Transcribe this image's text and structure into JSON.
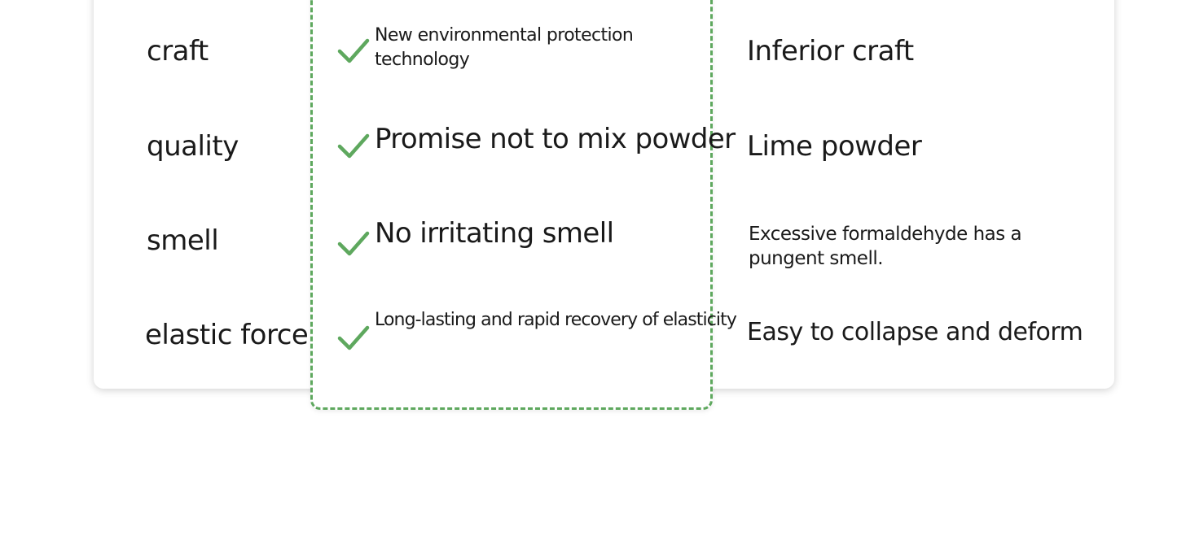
{
  "colors": {
    "accent": "#5ea85e",
    "text": "#1a1a1a",
    "card": "#ffffff"
  },
  "icons": {
    "check": "check-icon"
  },
  "rows": [
    {
      "label": "craft",
      "good": "New environmental protection technology",
      "bad": "Inferior craft"
    },
    {
      "label": "quality",
      "good": "Promise not to mix powder",
      "bad": "Lime powder"
    },
    {
      "label": "smell",
      "good": "No irritating smell",
      "bad": "Excessive formaldehyde has a pungent smell."
    },
    {
      "label": "elastic force",
      "good": "Long-lasting and rapid recovery of elasticity",
      "bad": "Easy to collapse and deform"
    }
  ]
}
